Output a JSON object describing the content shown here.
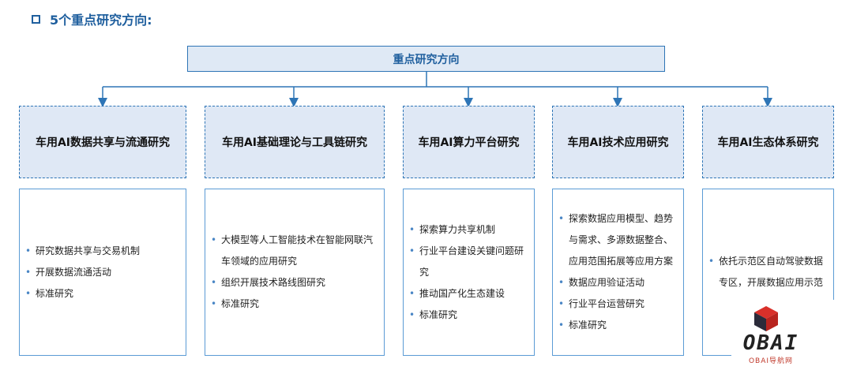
{
  "heading": "5个重点研究方向:",
  "root": "重点研究方向",
  "categories": [
    {
      "title": "车用AI数据共享与流通研究",
      "items": [
        "研究数据共享与交易机制",
        "开展数据流通活动",
        "标准研究"
      ]
    },
    {
      "title": "车用AI基础理论与工具链研究",
      "items": [
        "大模型等人工智能技术在智能网联汽车领域的应用研究",
        "组织开展技术路线图研究",
        "标准研究"
      ]
    },
    {
      "title": "车用AI算力平台研究",
      "items": [
        "探索算力共享机制",
        "行业平台建设关键问题研究",
        "推动国产化生态建设",
        "标准研究"
      ]
    },
    {
      "title": "车用AI技术应用研究",
      "items": [
        "探索数据应用模型、趋势与需求、多源数据整合、应用范围拓展等应用方案",
        "数据应用验证活动",
        "行业平台运营研究",
        "标准研究"
      ]
    },
    {
      "title": "车用AI生态体系研究",
      "items": [
        "依托示范区自动驾驶数据专区，开展数据应用示范"
      ]
    }
  ],
  "watermark": {
    "brand": "OBAI",
    "sub": "OBAI导航网"
  },
  "colors": {
    "accent": "#2e75b6",
    "heading": "#1f5f9e",
    "box_fill": "#dfe8f5"
  }
}
